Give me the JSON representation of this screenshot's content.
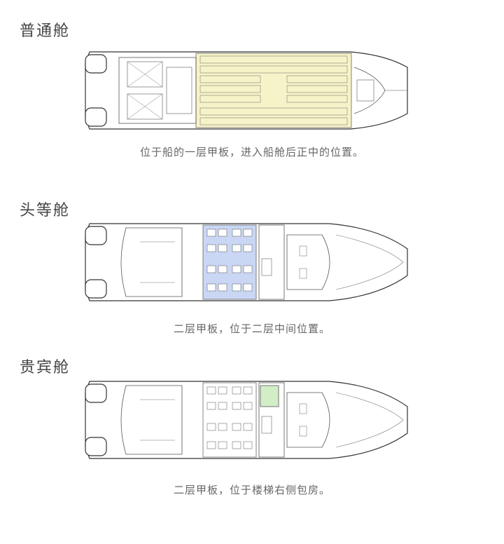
{
  "sections": [
    {
      "title": "普通舱",
      "caption": "位于船的一层甲板，进入船舱后正中的位置。",
      "highlight_color": "#f7f3c9"
    },
    {
      "title": "头等舱",
      "caption": "二层甲板，位于二层中间位置。",
      "highlight_color": "#c9d6f4"
    },
    {
      "title": "贵宾舱",
      "caption": "二层甲板，位于楼梯右侧包房。",
      "highlight_color": "#d3eec7"
    }
  ]
}
